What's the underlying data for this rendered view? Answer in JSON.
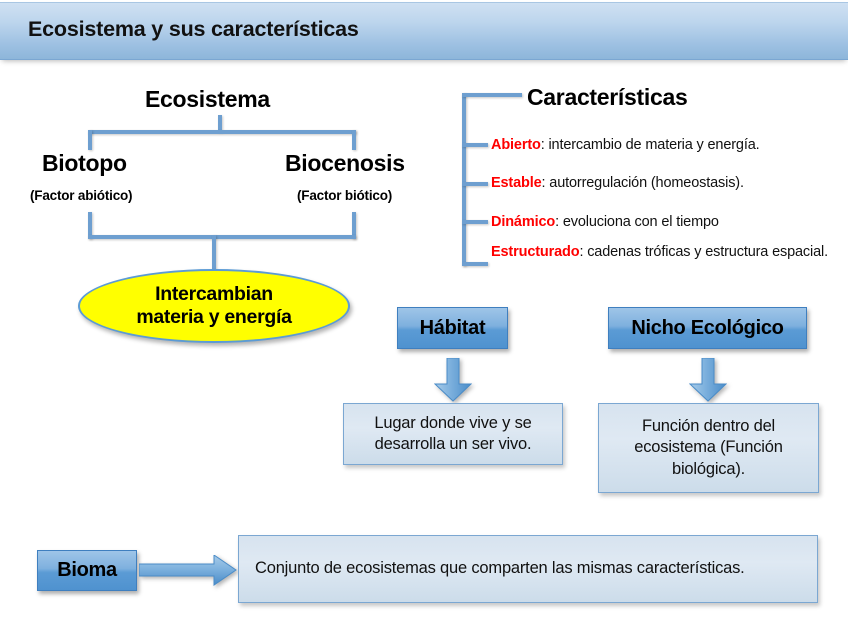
{
  "header": {
    "title": "Ecosistema y sus características",
    "band_color": "#9dc0e2"
  },
  "tree": {
    "root": "Ecosistema",
    "left": {
      "title": "Biotopo",
      "subtitle": "(Factor abiótico)"
    },
    "right": {
      "title": "Biocenosis",
      "subtitle": "(Factor biótico)"
    },
    "ellipse": {
      "line1": "Intercambian",
      "line2": "materia y energía",
      "fill": "#ffff00",
      "border": "#5b9bd5"
    },
    "connector_color": "#6e9fd0"
  },
  "caracteristicas": {
    "title": "Características",
    "keyword_color": "#ff0000",
    "items": [
      {
        "keyword": "Abierto",
        "text": ": intercambio de materia y energía."
      },
      {
        "keyword": "Estable",
        "text": ": autorregulación (homeostasis)."
      },
      {
        "keyword": "Dinámico",
        "text": ": evoluciona con el tiempo"
      },
      {
        "keyword": "Estructurado",
        "text": ": cadenas tróficas y estructura espacial."
      }
    ]
  },
  "concepts": [
    {
      "label": "Hábitat",
      "description": "Lugar donde vive y se desarrolla un ser vivo.",
      "arrow": "arrow-down"
    },
    {
      "label": "Nicho Ecológico",
      "description": "Función dentro del ecosistema (Función biológica).",
      "arrow": "arrow-down"
    }
  ],
  "bioma": {
    "label": "Bioma",
    "description": "Conjunto de ecosistemas que comparten las mismas características.",
    "arrow": "arrow-right"
  },
  "colors": {
    "box_blue": "#5b9bd5",
    "box_pale": "#dfe9f3",
    "border_blue": "#7ba7d2",
    "text_black": "#111111"
  }
}
